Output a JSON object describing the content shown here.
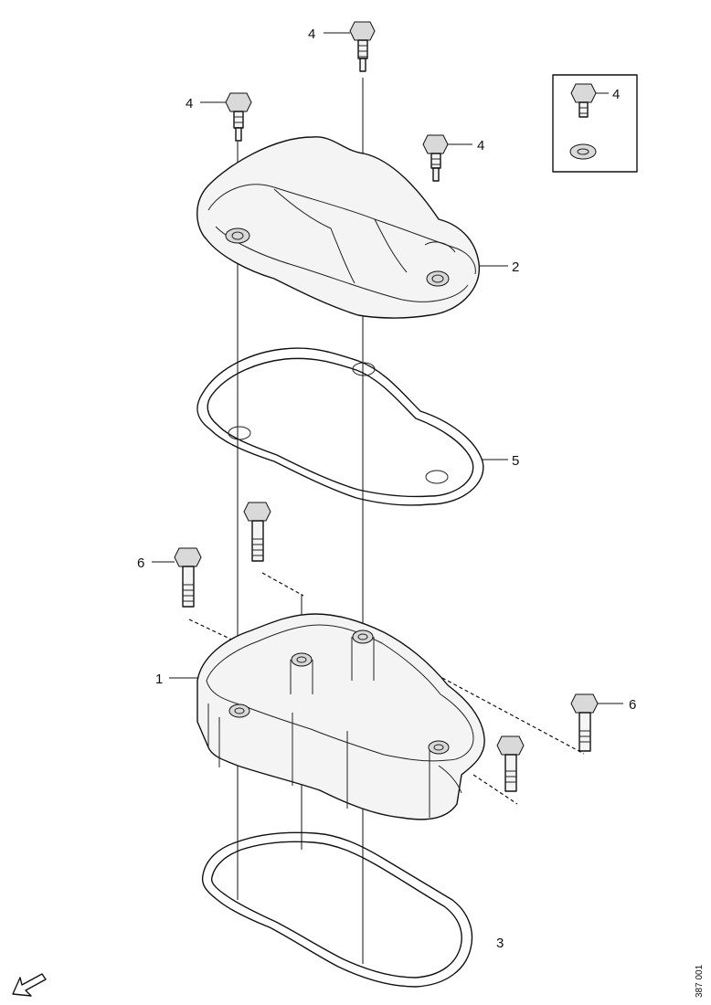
{
  "callouts": {
    "c1": "1",
    "c2": "2",
    "c3": "3",
    "c4a": "4",
    "c4b": "4",
    "c4c": "4",
    "c4d": "4",
    "c5": "5",
    "c6a": "6",
    "c6b": "6"
  },
  "drawing_code": "387 001",
  "icons": {
    "direction": "arrow-down-left-icon"
  }
}
